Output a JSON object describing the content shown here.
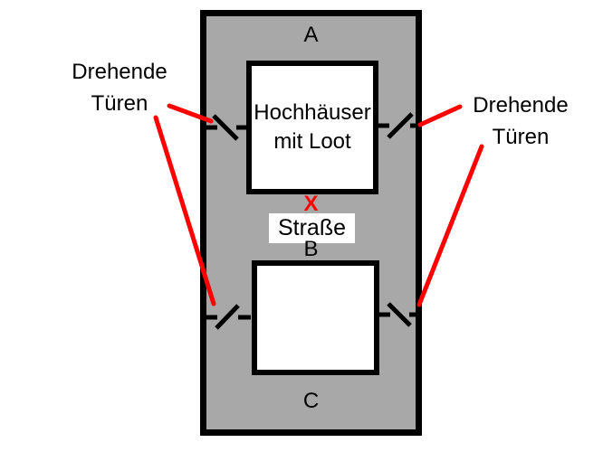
{
  "colors": {
    "background": "#ffffff",
    "wall_fill": "#a8a8a8",
    "room_fill": "#ffffff",
    "outline": "#000000",
    "accent_red": "#ff0000"
  },
  "map": {
    "zone_top_label": "A",
    "zone_middle_label": "B",
    "zone_bottom_label": "C",
    "upper_room_label": "Hochhäuser mit Loot",
    "street_label": "Straße",
    "x_marker": "X"
  },
  "captions": {
    "left": "Drehende Türen",
    "right": "Drehende Türen"
  },
  "icons": {
    "door_upper_left": "revolving-door-icon",
    "door_upper_right": "revolving-door-icon",
    "door_lower_left": "revolving-door-icon",
    "door_lower_right": "revolving-door-icon"
  }
}
